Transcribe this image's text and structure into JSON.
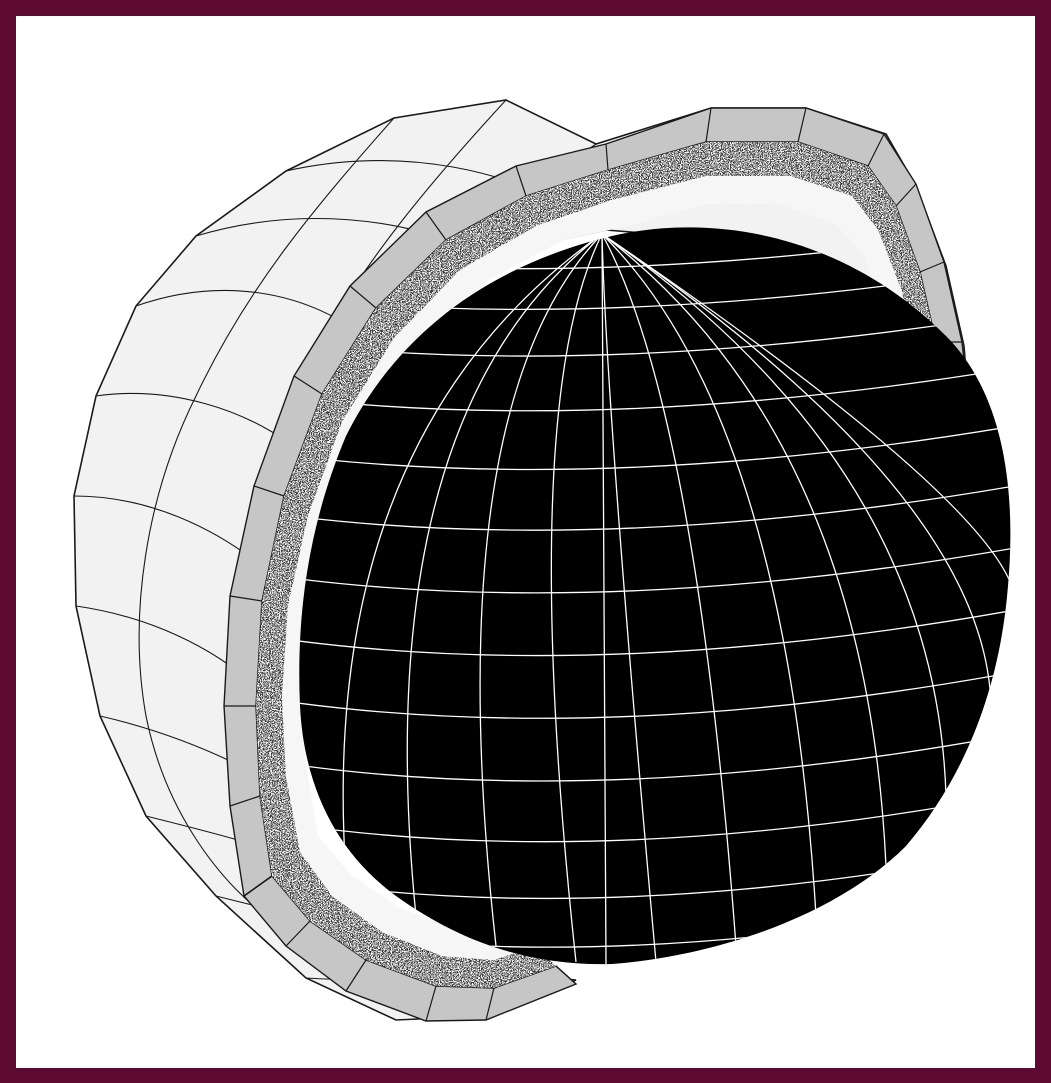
{
  "figure": {
    "subject": "cutaway-sphere-layers",
    "layers": [
      "outer-shell",
      "shell-rim",
      "textured-layer",
      "white-layer",
      "inner-core"
    ],
    "colors": {
      "frame": "#5e0b33",
      "background": "#ffffff",
      "outer_shell_fill": "#f2f2f2",
      "rim_fill": "#c6c6c6",
      "textured_dark": "#222222",
      "textured_light": "#e6e6e6",
      "white_layer": "#f5f5f5",
      "core_fill": "#000000",
      "core_grid": "#ffffff",
      "outline": "#1a1a1a"
    }
  }
}
